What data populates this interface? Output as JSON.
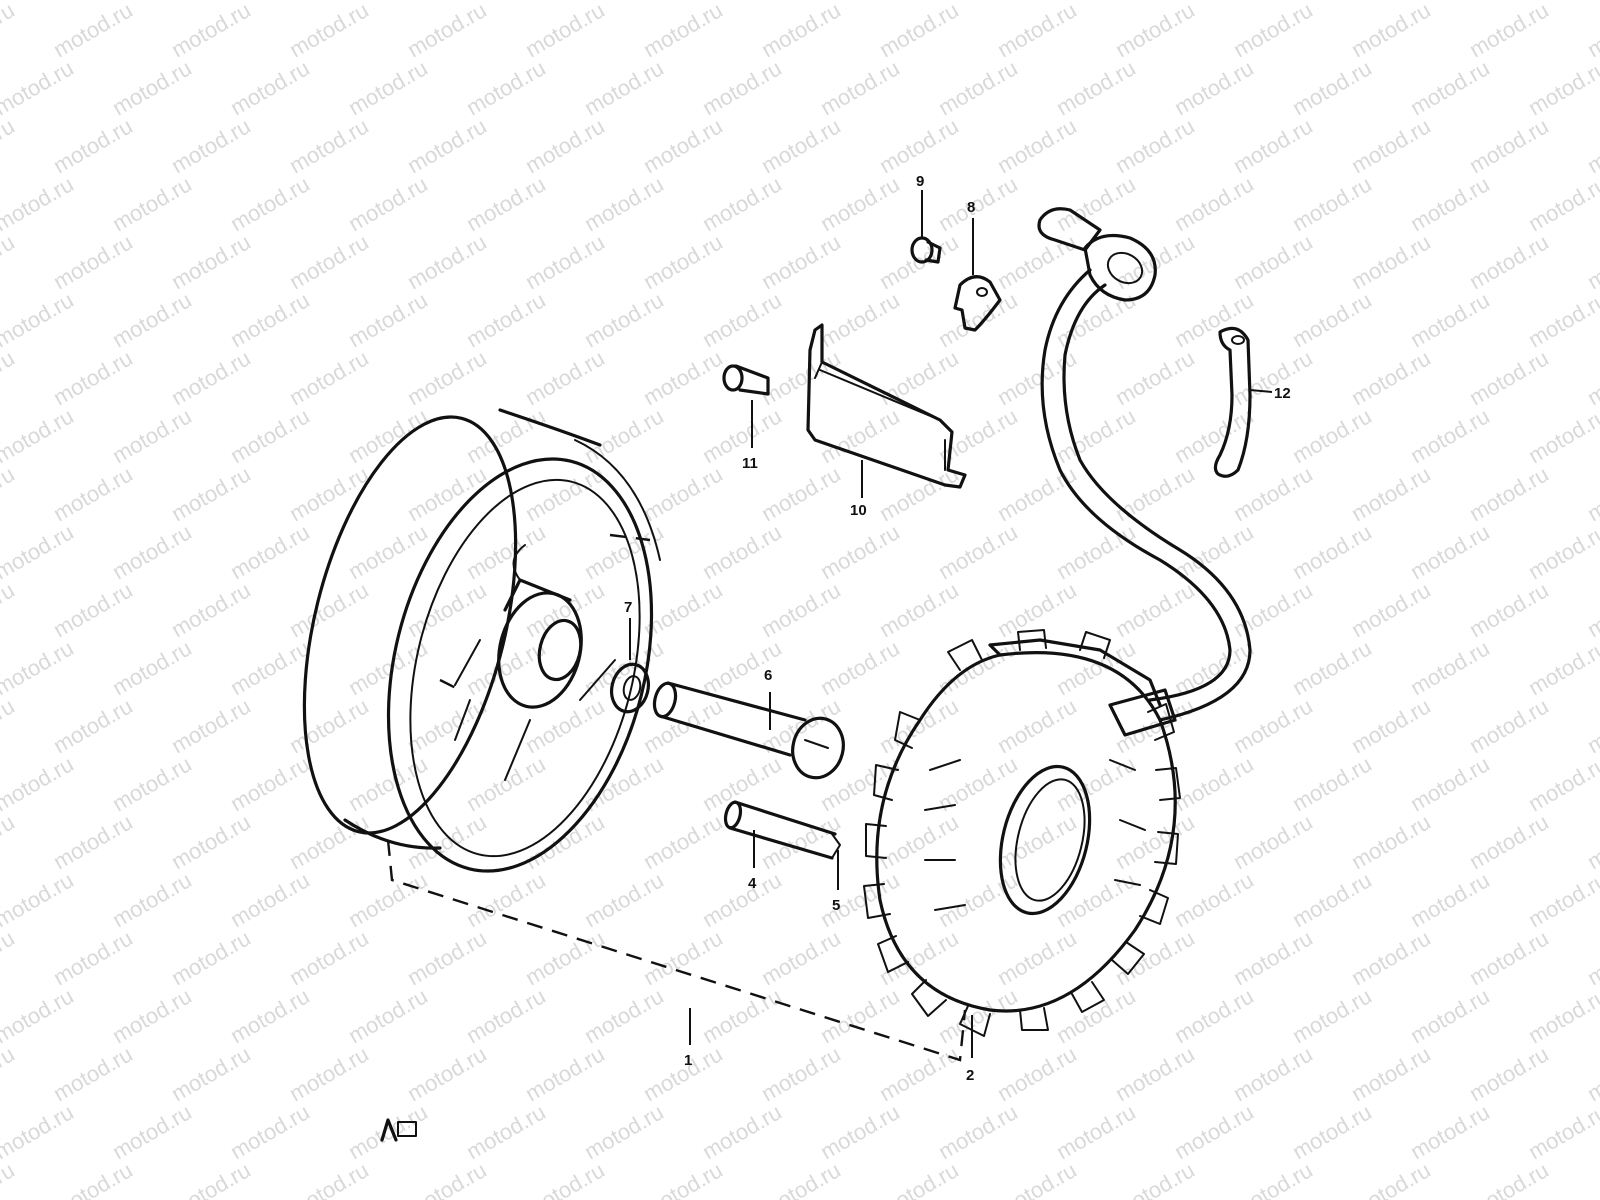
{
  "watermark": {
    "text": "motod.ru"
  },
  "diagram": {
    "callouts": [
      {
        "id": "1",
        "label": "1"
      },
      {
        "id": "2",
        "label": "2"
      },
      {
        "id": "4",
        "label": "4"
      },
      {
        "id": "5",
        "label": "5"
      },
      {
        "id": "6",
        "label": "6"
      },
      {
        "id": "7",
        "label": "7"
      },
      {
        "id": "8",
        "label": "8"
      },
      {
        "id": "9",
        "label": "9"
      },
      {
        "id": "10",
        "label": "10"
      },
      {
        "id": "11",
        "label": "11"
      },
      {
        "id": "12",
        "label": "12"
      }
    ],
    "corner_mark": "ᛏ∞"
  }
}
